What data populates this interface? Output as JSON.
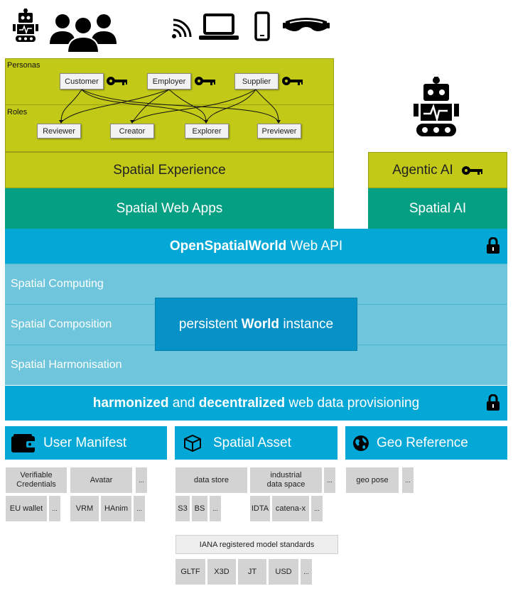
{
  "top_icons": [
    "robot-icon",
    "people-icon",
    "wifi-icon",
    "laptop-icon",
    "phone-icon",
    "vr-headset-icon"
  ],
  "personas": {
    "label": "Personas",
    "items": [
      "Customer",
      "Employer",
      "Supplier"
    ]
  },
  "roles": {
    "label": "Roles",
    "items": [
      "Reviewer",
      "Creator",
      "Explorer",
      "Previewer"
    ]
  },
  "layers": {
    "spatial_experience": "Spatial Experience",
    "spatial_web_apps": "Spatial Web Apps",
    "agentic_ai": "Agentic AI",
    "spatial_ai": "Spatial AI",
    "web_api": {
      "bold": "OpenSpatialWorld",
      "rest": " Web API"
    },
    "spatial_computing": "Spatial Computing",
    "spatial_composition": "Spatial Composition",
    "spatial_harmonisation": "Spatial Harmonisation",
    "world_instance": {
      "pre": "persistent ",
      "bold": "World",
      "post": " instance"
    },
    "provisioning": {
      "b1": "harmonized",
      "t1": " and ",
      "b2": "decentralized",
      "t2": " web data provisioning"
    }
  },
  "sections": {
    "user_manifest": {
      "title": "User Manifest",
      "items": [
        "Verifiable Credentials",
        "Avatar",
        "...",
        "EU wallet",
        "...",
        "VRM",
        "HAnim",
        "..."
      ]
    },
    "spatial_asset": {
      "title": "Spatial Asset",
      "items": [
        "data store",
        "industrial data space",
        "...",
        "S3",
        "BS",
        "...",
        "IDTA",
        "catena-x",
        "..."
      ]
    },
    "geo_reference": {
      "title": "Geo Reference",
      "items": [
        "geo pose",
        "..."
      ]
    }
  },
  "standards": {
    "title": "IANA registered model standards",
    "items": [
      "GLTF",
      "X3D",
      "JT",
      "USD",
      "..."
    ]
  },
  "colors": {
    "olive": "#c2c917",
    "green": "#05a083",
    "blue": "#04a8d6",
    "light_blue": "#6fc5db",
    "dark_blue": "#0692c6"
  }
}
